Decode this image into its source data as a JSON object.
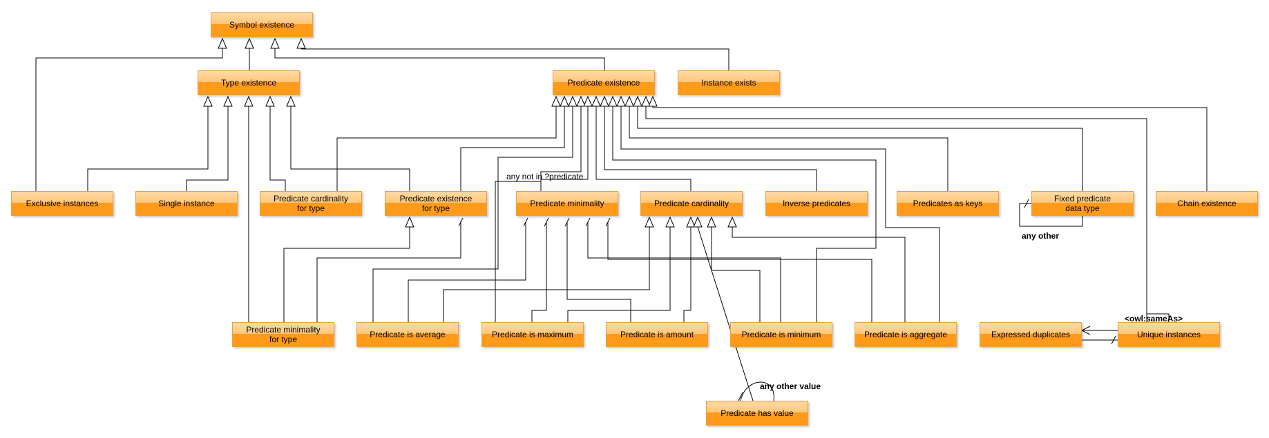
{
  "nodes": {
    "symbol_existence": "Symbol existence",
    "type_existence": "Type existence",
    "predicate_existence": "Predicate existence",
    "instance_exists": "Instance exists",
    "exclusive_instances": "Exclusive instances",
    "single_instance": "Single instance",
    "predicate_cardinality_for_type": [
      "Predicate cardinality",
      "for type"
    ],
    "predicate_existence_for_type": [
      "Predicate existence",
      "for type"
    ],
    "predicate_minimality": "Predicate minimality",
    "predicate_cardinality": "Predicate cardinality",
    "inverse_predicates": "Inverse predicates",
    "predicates_as_keys": "Predicates as keys",
    "fixed_predicate_data_type": [
      "Fixed predicate",
      "data type"
    ],
    "chain_existence": "Chain existence",
    "predicate_minimality_for_type": [
      "Predicate minimality",
      "for type"
    ],
    "predicate_is_average": "Predicate is average",
    "predicate_is_maximum": "Predicate is maximum",
    "predicate_is_amount": "Predicate is amount",
    "predicate_is_minimum": "Predicate is minimum",
    "predicate_is_aggregate": "Predicate is aggregate",
    "expressed_duplicates": "Expressed duplicates",
    "unique_instances": "Unique instances",
    "predicate_has_value": "Predicate has value"
  },
  "edge_labels": {
    "any_not_in_predicate": "any not in ?predicate",
    "any_other": "any other",
    "owl_sameas": "<owl:sameAs>",
    "any_other_value": "any other value"
  }
}
